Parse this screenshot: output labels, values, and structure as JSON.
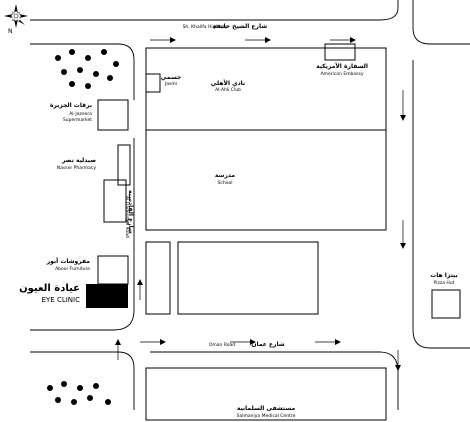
{
  "compass": {
    "north_label": "N"
  },
  "streets": {
    "top_ar": "شارع الشيخ خليفة",
    "top_en": "Sh. Khalifa Highway",
    "bottom_ar": "شارع عمان",
    "bottom_en": "Oman Road",
    "left_ar": "شارع القادسية",
    "left_en": "Al Qadessiya Road"
  },
  "places": {
    "jazira_ar": "جسمي",
    "jazira_en": "Jasmi",
    "ahli_ar": "نادي الأهلي",
    "ahli_en": "Al-Ahli Club",
    "embassy_ar": "السفارة الأمريكية",
    "embassy_en": "American Embassy",
    "supermarket_ar": "برقات الجزيرة",
    "supermarket_en": "Al-Jazeera Supermarket",
    "pharmacy_ar": "صيدلية نصر",
    "pharmacy_en": "Nasser Pharmacy",
    "school_ar": "مدرسة",
    "school_en": "School",
    "furniture_ar": "مفروشات أبور",
    "furniture_en": "Aboor Furniture",
    "eye_ar": "عيادة العيون",
    "eye_en": "EYE CLINIC",
    "pizza_ar": "بيتزا هات",
    "pizza_en": "Pizza Hut",
    "medical_ar": "مستشفى السلمانية",
    "medical_en": "Salmaniya Medical Centre"
  }
}
